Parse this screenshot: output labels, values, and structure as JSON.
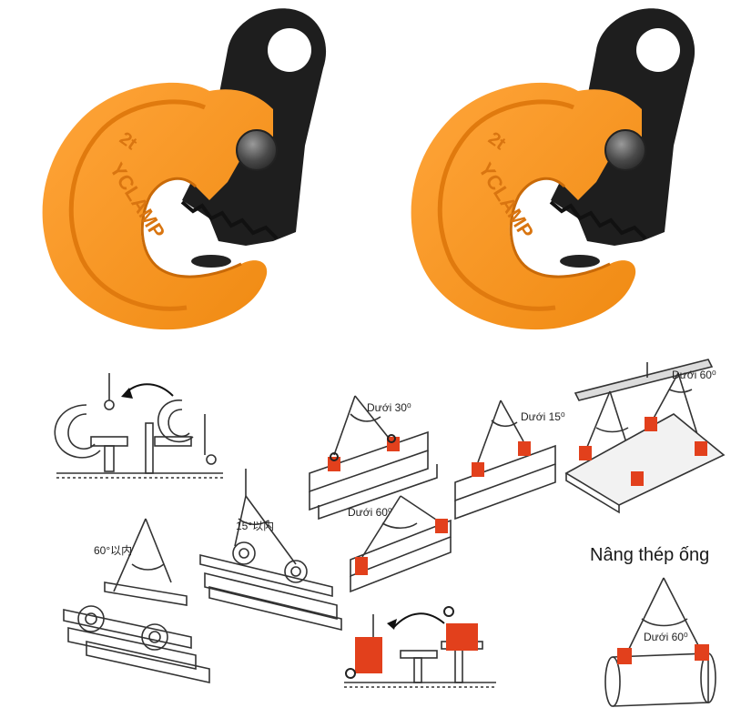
{
  "colors": {
    "clamp_body": "#f7931e",
    "clamp_dark": "#e07a0e",
    "jaw": "#1e1e1e",
    "pin": "#5a5a5a",
    "clamp_diagram_red": "#e2401c",
    "line_drawing": "#333333"
  },
  "clamp_brand_text": "YCLAMP",
  "clamp_model_text": "2t",
  "angle_labels": {
    "under_30": "Dưới 30⁰",
    "under_15": "Dưới 15⁰",
    "under_60_plate": "Dưới 60⁰",
    "under_60_beam": "Dưới 60⁰",
    "under_60_pipe": "Dưới 60⁰",
    "mirrored_60": "60°以内",
    "mirrored_15": "15°以内"
  },
  "pipe_title": "Nâng thép ống"
}
